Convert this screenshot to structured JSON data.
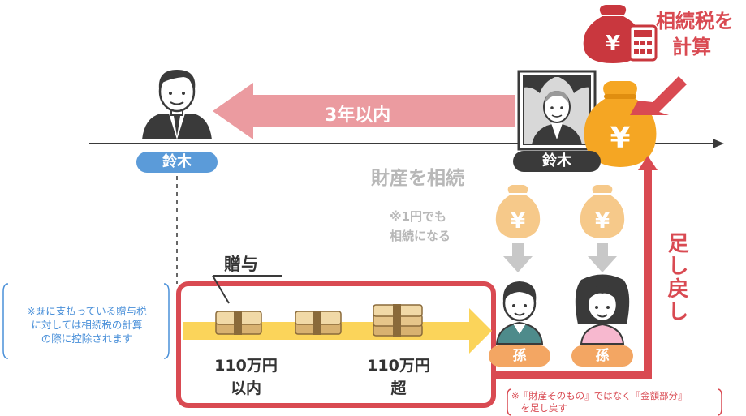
{
  "title": {
    "line1": "相続税を",
    "line2": "計算"
  },
  "left_person": {
    "name": "鈴木"
  },
  "right_person": {
    "name": "鈴木"
  },
  "period_arrow_label": "3年以内",
  "inherit": {
    "label": "財産を相続",
    "note_line1": "※1円でも",
    "note_line2": "相続になる"
  },
  "gift": {
    "label": "贈与"
  },
  "money_left": {
    "line1": "110万円",
    "line2": "以内"
  },
  "money_right": {
    "line1": "110万円",
    "line2": "超"
  },
  "grandchildren": [
    {
      "label": "孫"
    },
    {
      "label": "孫"
    }
  ],
  "addback": {
    "text": "足し戻し"
  },
  "note_left": "※既に支払っている贈与税\nに対しては相続税の計算\nの際に控除されます",
  "note_right": "※『財産そのもの』ではなく『金額部分』\n　を足し戻す",
  "icons": {
    "yen": "¥"
  },
  "colors": {
    "blue": "#4a90d9",
    "red": "#d94a52",
    "pink": "#eb9ba0",
    "orange": "#f5a623",
    "peach": "#f3a663",
    "yellow": "#fbd45a",
    "gray": "#c8c8c8",
    "dark": "#3a3a3a"
  }
}
